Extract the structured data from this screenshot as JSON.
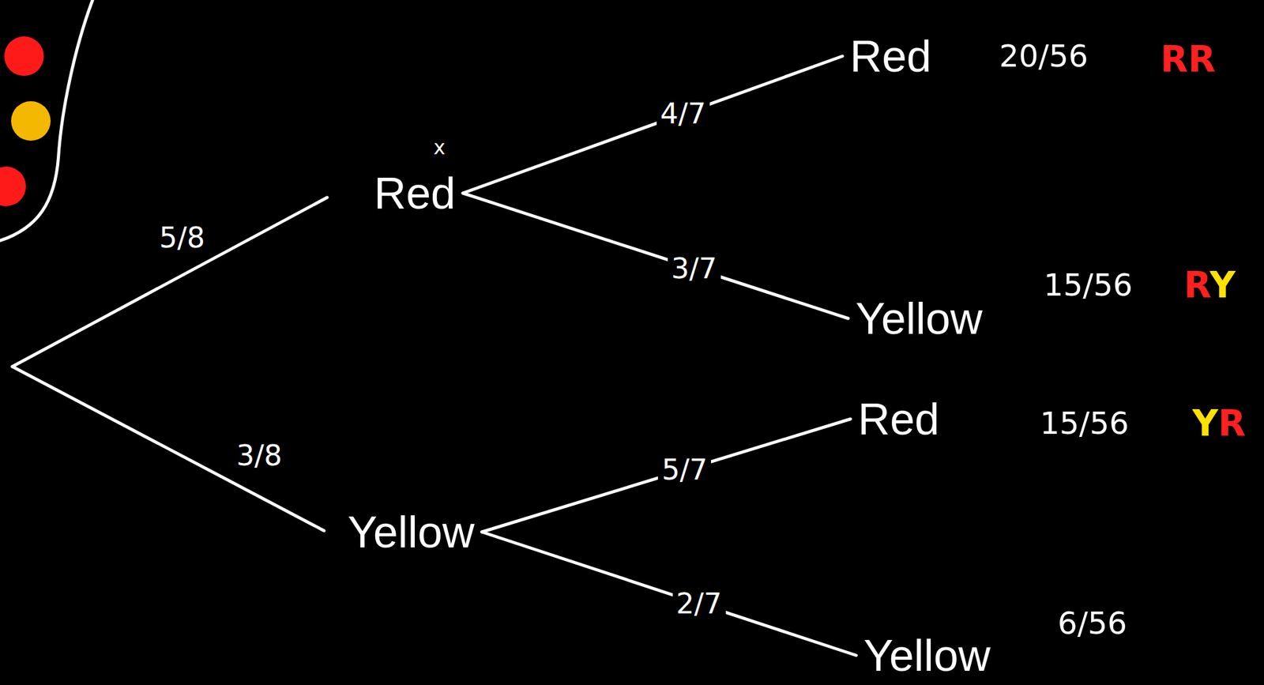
{
  "diagram": {
    "nodes": [
      {
        "text": [
          "Red"
        ]
      },
      {
        "text": [
          "Yellow"
        ]
      },
      {
        "text": [
          "Red"
        ]
      },
      {
        "text": [
          "Yellow"
        ]
      },
      {
        "text": [
          "Red"
        ]
      },
      {
        "text": [
          "Yellow"
        ]
      }
    ],
    "edges": [
      {
        "from": 0,
        "to": 2,
        "arrow": "none",
        "label": "4/7"
      },
      {
        "from": 0,
        "to": 3,
        "arrow": "none",
        "label": "3/7"
      },
      {
        "from": 1,
        "to": 4,
        "arrow": "none",
        "label": "5/7"
      },
      {
        "from": 1,
        "to": 5,
        "arrow": "none",
        "label": "2/7"
      }
    ],
    "labels": [
      "x",
      "5/8",
      "3/8",
      "20/56",
      "RR",
      "15/56",
      "RY",
      "15/56",
      "YR",
      "6/56"
    ]
  }
}
